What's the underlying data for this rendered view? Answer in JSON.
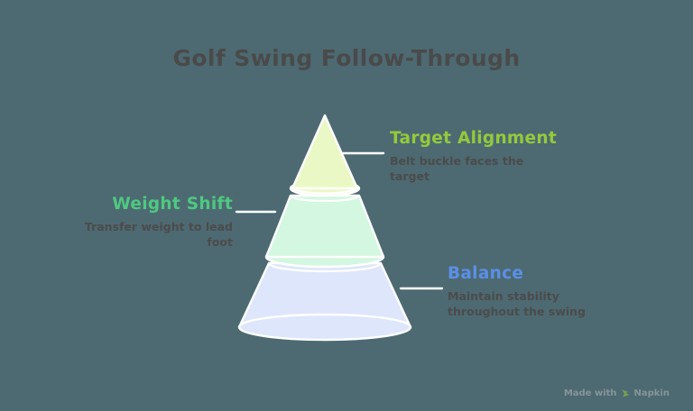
{
  "header": {
    "title": "Golf Swing Follow-Through"
  },
  "colors": {
    "background": "#4d6a72",
    "title_text": "#4a4a4a",
    "description_text": "#4b4b4b",
    "connector_line": "#ffffff",
    "tier_top_fill": "#eaf8c5",
    "tier_middle_fill": "#d3f7e0",
    "tier_bottom_fill": "#dde6fb",
    "tier_top_accent": "#93cb3b",
    "tier_middle_accent": "#4ec980",
    "tier_bottom_accent": "#5b8fe7",
    "watermark_text": "#8f9ea0"
  },
  "diagram": {
    "type": "cone-pyramid",
    "tiers": [
      {
        "id": "target-alignment",
        "position": "top",
        "heading": "Target Alignment",
        "description": "Belt buckle faces the target",
        "fill": "#eaf8c5",
        "accent": "#93cb3b",
        "label_side": "right"
      },
      {
        "id": "weight-shift",
        "position": "middle",
        "heading": "Weight Shift",
        "description": "Transfer weight to lead foot",
        "fill": "#d3f7e0",
        "accent": "#4ec980",
        "label_side": "left"
      },
      {
        "id": "balance",
        "position": "bottom",
        "heading": "Balance",
        "description": "Maintain stability throughout the swing",
        "fill": "#dde6fb",
        "accent": "#5b8fe7",
        "label_side": "right"
      }
    ]
  },
  "watermark": {
    "prefix": "Made with",
    "brand": "Napkin",
    "logo": "napkin-logo-icon"
  }
}
